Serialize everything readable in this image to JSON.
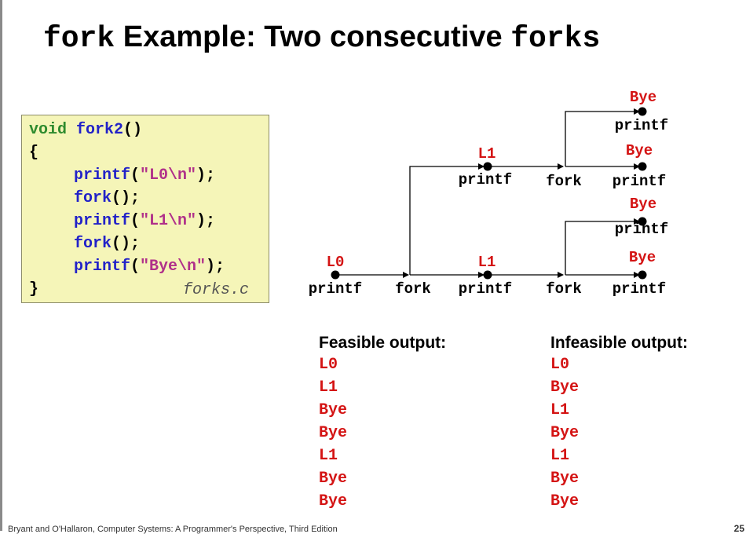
{
  "slide": {
    "title_mono": "fork",
    "title_rest": " Example: Two consecutive ",
    "title_mono2": "forks",
    "footer": "Bryant and O'Hallaron, Computer Systems: A Programmer's Perspective, Third Edition",
    "page_number": "25"
  },
  "code": {
    "void": "void",
    "fn_name": "fork2",
    "parens": "()",
    "open_brace": "{",
    "close_brace": "}",
    "lines": [
      {
        "call": "printf",
        "open": "(",
        "arg": "\"L0\\n\"",
        "close": ");"
      },
      {
        "call": "fork",
        "open": "",
        "arg": "",
        "close": "();"
      },
      {
        "call": "printf",
        "open": "(",
        "arg": "\"L1\\n\"",
        "close": ");"
      },
      {
        "call": "fork",
        "open": "",
        "arg": "",
        "close": "();"
      },
      {
        "call": "printf",
        "open": "(",
        "arg": "\"Bye\\n\"",
        "close": ");"
      }
    ],
    "filename": "forks.c"
  },
  "graph": {
    "labels": {
      "L0": "L0",
      "L1": "L1",
      "Bye": "Bye",
      "printf": "printf",
      "fork": "fork"
    },
    "colors": {
      "output": "#d41414",
      "line": "#000000"
    }
  },
  "outputs": {
    "feasible_heading": "Feasible output:",
    "feasible": [
      "L0",
      "L1",
      "Bye",
      "Bye",
      "L1",
      "Bye",
      "Bye"
    ],
    "infeasible_heading": "Infeasible output:",
    "infeasible": [
      "L0",
      "Bye",
      "L1",
      "Bye",
      "L1",
      "Bye",
      "Bye"
    ]
  }
}
